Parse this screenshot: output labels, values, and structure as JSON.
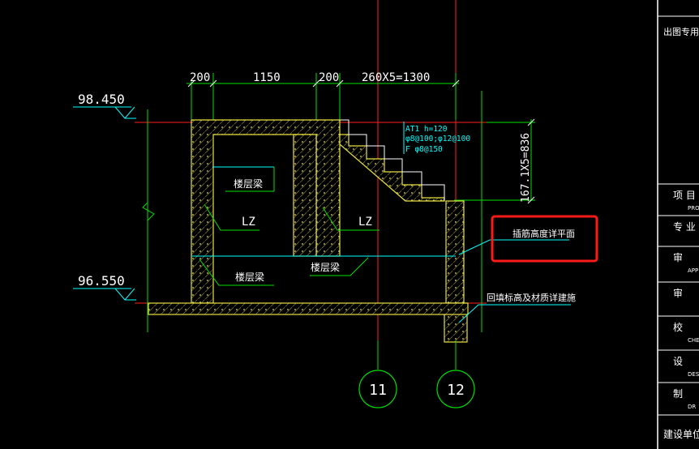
{
  "colors": {
    "background": "#000000",
    "dimension": "#ffffff",
    "green": "#00e000",
    "cyan": "#00ffff",
    "red_axis": "#ff2020",
    "wall_yellow": "#e8e040",
    "highlight_box": "#ff1a1a",
    "title_block": "#ffffff"
  },
  "dimensions": {
    "top": [
      "200",
      "1150",
      "200",
      "260X5=1300"
    ],
    "right_vertical": "167.1X5=836"
  },
  "elevations": {
    "upper": "98.450",
    "lower": "96.550"
  },
  "labels": {
    "beam_upper_left": "楼层梁",
    "lz_left": "LZ",
    "lz_right": "LZ",
    "beam_lower_left": "楼层梁",
    "beam_lower_mid": "楼层梁",
    "stair_note": [
      "AT1 h=120",
      "φ8@100;φ12@100",
      "F φ8@150"
    ],
    "highlight_text": "插筋高度详平面",
    "backfill_note": "回填标高及材质详建施"
  },
  "axes": {
    "axis_a": "11",
    "axis_b": "12"
  },
  "title_block": {
    "stamp_note": "出图专用章",
    "rows": [
      {
        "cn": "项 目 负",
        "en": "PROJ"
      },
      {
        "cn": "专 业 负",
        "en": ""
      },
      {
        "cn": "审",
        "en": "APP"
      },
      {
        "cn": "审",
        "en": ""
      },
      {
        "cn": "校",
        "en": "CHE"
      },
      {
        "cn": "设",
        "en": "DES"
      },
      {
        "cn": "制",
        "en": "DR"
      }
    ],
    "builder": "建设单位:"
  }
}
